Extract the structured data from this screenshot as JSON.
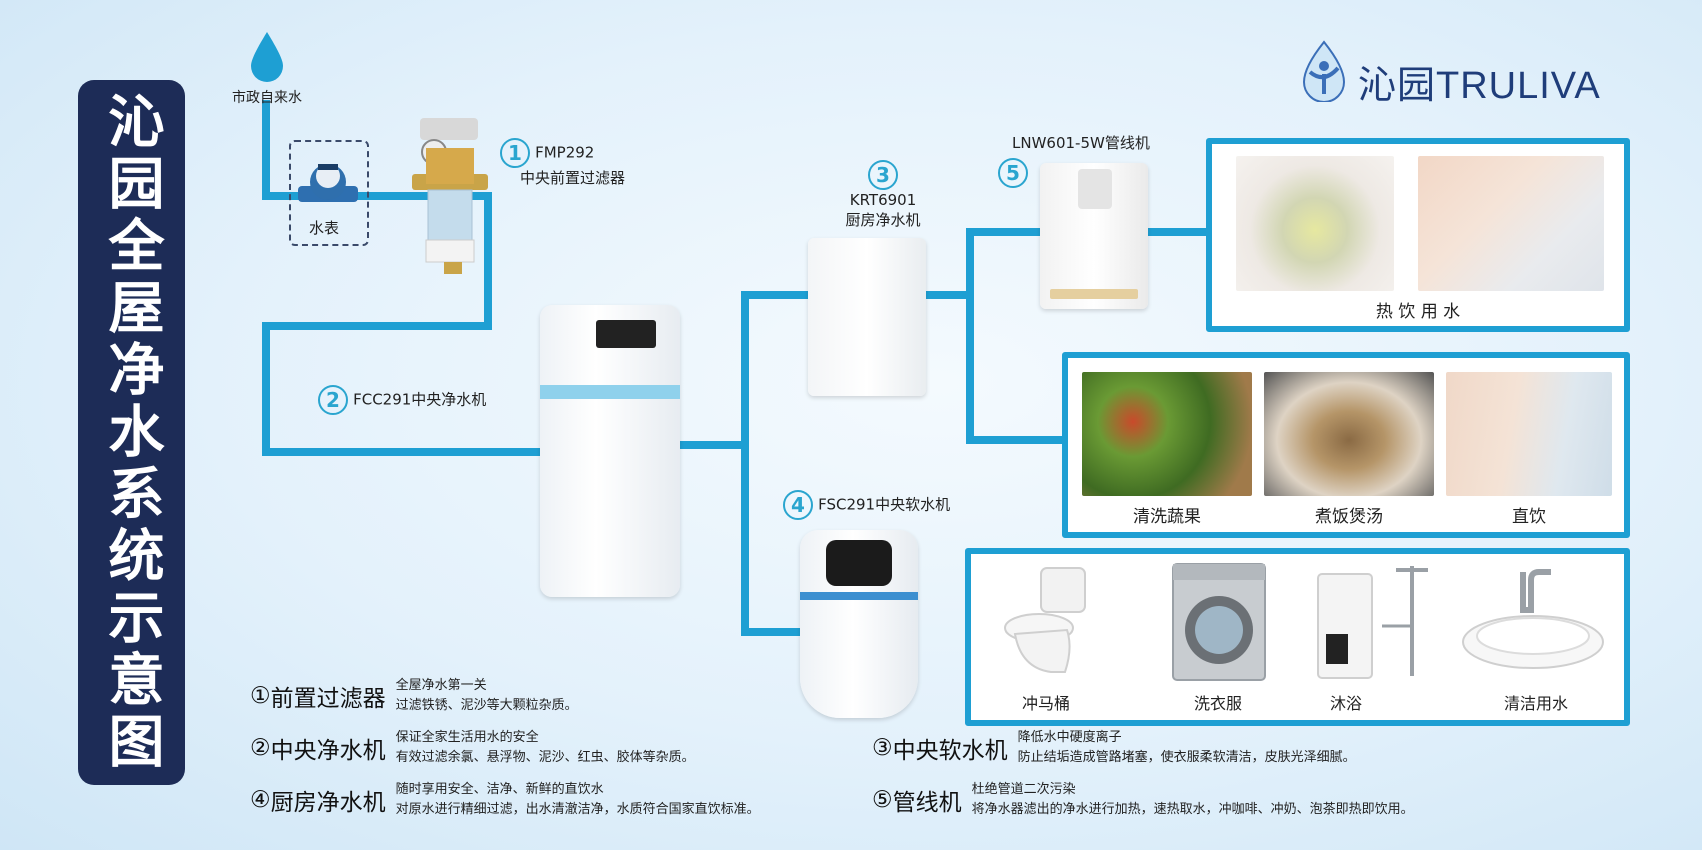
{
  "title": "沁园全屋净水系统示意图",
  "brand": {
    "name": "沁园TRULIVA",
    "color": "#1f3d7a",
    "icon": "water-drop-person-logo-icon"
  },
  "pipe_color": "#1e9fd3",
  "source": {
    "label": "市政自来水",
    "icon": "water-drop-icon"
  },
  "meter": {
    "label": "水表",
    "icon": "water-meter-icon"
  },
  "devices": [
    {
      "num": "1",
      "model": "FMP292",
      "name": "中央前置过滤器"
    },
    {
      "num": "2",
      "label": "FCC291中央净水机"
    },
    {
      "num": "3",
      "model": "KRT6901",
      "name": "厨房净水机"
    },
    {
      "num": "4",
      "label": "FSC291中央软水机"
    },
    {
      "num": "5",
      "label": "LNW601-5W管线机"
    }
  ],
  "panels": {
    "hot": {
      "caption": "热 饮 用 水"
    },
    "drink": {
      "items": [
        "清洗蔬果",
        "煮饭煲汤",
        "直饮"
      ]
    },
    "soft": {
      "items": [
        "冲马桶",
        "洗衣服",
        "沐浴",
        "清洁用水"
      ]
    }
  },
  "legend": [
    {
      "num": "①",
      "head": "前置过滤器",
      "line1": "全屋净水第一关",
      "line2": "过滤铁锈、泥沙等大颗粒杂质。"
    },
    {
      "num": "②",
      "head": "中央净水机",
      "line1": "保证全家生活用水的安全",
      "line2": "有效过滤余氯、悬浮物、泥沙、红虫、胶体等杂质。"
    },
    {
      "num": "④",
      "head": "厨房净水机",
      "line1": "随时享用安全、洁净、新鲜的直饮水",
      "line2": "对原水进行精细过滤，出水清澈洁净，水质符合国家直饮标准。"
    },
    {
      "num": "③",
      "head": "中央软水机",
      "line1": "降低水中硬度离子",
      "line2": "防止结垢造成管路堵塞，使衣服柔软清洁，皮肤光泽细腻。"
    },
    {
      "num": "⑤",
      "head": "管线机",
      "line1": "杜绝管道二次污染",
      "line2": "将净水器滤出的净水进行加热，速热取水，冲咖啡、冲奶、泡茶即热即饮用。"
    }
  ]
}
